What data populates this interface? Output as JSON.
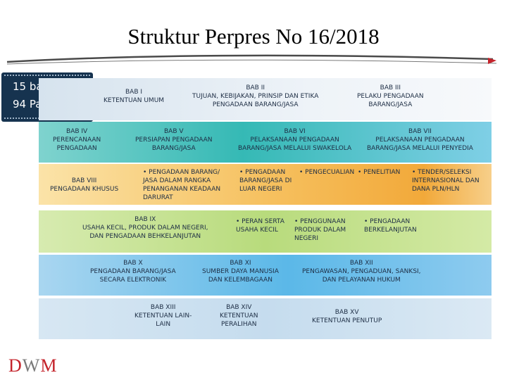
{
  "title": "Struktur Perpres No 16/2018",
  "summary": {
    "bab_count": "15",
    "bab_label": "bab",
    "pasal_count": "94",
    "pasal_label": "Pasal"
  },
  "row1": {
    "bab1": [
      "BAB I",
      "KETENTUAN UMUM"
    ],
    "bab2": [
      "BAB II",
      "TUJUAN, KEBIJAKAN, PRINSIP DAN ETIKA",
      "PENGADAAN BARANG/JASA"
    ],
    "bab3": [
      "BAB III",
      "PELAKU PENGADAAN",
      "BARANG/JASA"
    ]
  },
  "row2": {
    "bab4": [
      "BAB IV",
      "PERENCANAAN",
      "PENGADAAN"
    ],
    "bab5": [
      "BAB V",
      "PERSIAPAN PENGADAAN",
      "BARANG/JASA"
    ],
    "bab6": [
      "BAB VI",
      "PELAKSANAAN PENGADAAN",
      "BARANG/JASA MELALUI SWAKELOLA"
    ],
    "bab7": [
      "BAB VII",
      "PELAKSANAAN PENGADAAN",
      "BARANG/JASA MELALUI PENYEDIA"
    ]
  },
  "row3": {
    "bab8": [
      "BAB VIII",
      "PENGADAAN KHUSUS"
    ],
    "items": [
      [
        "• PENGADAAN BARANG/",
        "JASA DALAM RANGKA",
        "PENANGANAN KEADAAN",
        "DARURAT"
      ],
      [
        "• PENGADAAN",
        "BARANG/JASA DI",
        "LUAR NEGERI"
      ],
      [
        "• PENGECUALIAN"
      ],
      [
        "• PENELITIAN"
      ],
      [
        "• TENDER/SELEKSI",
        "INTERNASIONAL DAN",
        "DANA PLN/HLN"
      ]
    ]
  },
  "row4": {
    "bab9": [
      "BAB IX",
      "USAHA KECIL, PRODUK DALAM NEGERI,",
      "DAN PENGADAAN BEHKELANJUTAN"
    ],
    "items": [
      [
        "• PERAN SERTA",
        "USAHA KECIL"
      ],
      [
        "• PENGGUNAAN",
        "PRODUK DALAM",
        "NEGERI"
      ],
      [
        "• PENGADAAN",
        "BERKELANJUTAN"
      ]
    ]
  },
  "row5": {
    "bab10": [
      "BAB X",
      "PENGADAAN BARANG/JASA",
      "SECARA ELEKTRONIK"
    ],
    "bab11": [
      "BAB XI",
      "SUMBER DAYA MANUSIA",
      "DAN KELEMBAGAAN"
    ],
    "bab12": [
      "BAB XII",
      "PENGAWASAN, PENGADUAN, SANKSI,",
      "DAN PELAYANAN HUKUM"
    ]
  },
  "row6": {
    "bab13": [
      "BAB XIII",
      "KETENTUAN LAIN-",
      "LAIN"
    ],
    "bab14": [
      "BAB XIV",
      "KETENTUAN",
      "PERALIHAN"
    ],
    "bab15": [
      "BAB XV",
      "KETENTUAN PENUTUP"
    ]
  },
  "logo": {
    "d": "D",
    "w": "W",
    "m": "M"
  }
}
